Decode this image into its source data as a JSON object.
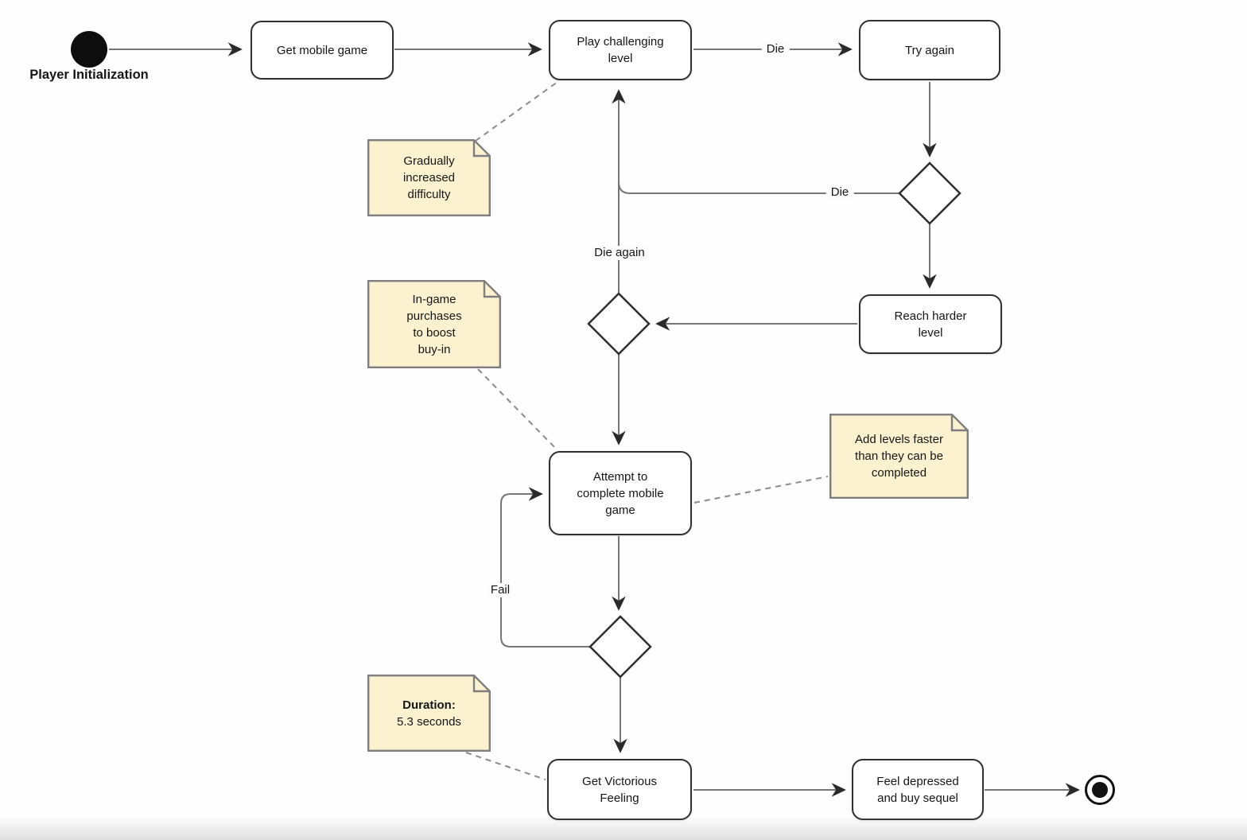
{
  "diagram_type": "uml-activity-diagram",
  "colors": {
    "note_fill": "#fcf2d0",
    "note_border": "#7e7e7e",
    "node_fill": "#ffffff",
    "node_border": "#303030",
    "edge": "#767676",
    "arrowhead": "#2a2a2a"
  },
  "start_node": {
    "label": "Player Initialization"
  },
  "nodes": {
    "get_mobile_game": "Get mobile game",
    "play_challenging_level": "Play challenging\nlevel",
    "try_again": "Try again",
    "reach_harder_level": "Reach harder\nlevel",
    "attempt_complete": "Attempt to\ncomplete mobile\ngame",
    "get_victorious": "Get Victorious\nFeeling",
    "feel_depressed": "Feel depressed\nand buy sequel"
  },
  "edge_labels": {
    "die_top": "Die",
    "die_loop": "Die",
    "die_again": "Die again",
    "fail": "Fail"
  },
  "notes": {
    "gradually": "Gradually\nincreased\ndifficulty",
    "in_game": "In-game\npurchases\nto boost\nbuy-in",
    "add_levels": "Add levels faster\nthan they can be\ncompleted",
    "duration_title": "Duration:",
    "duration_value": "5.3 seconds"
  }
}
